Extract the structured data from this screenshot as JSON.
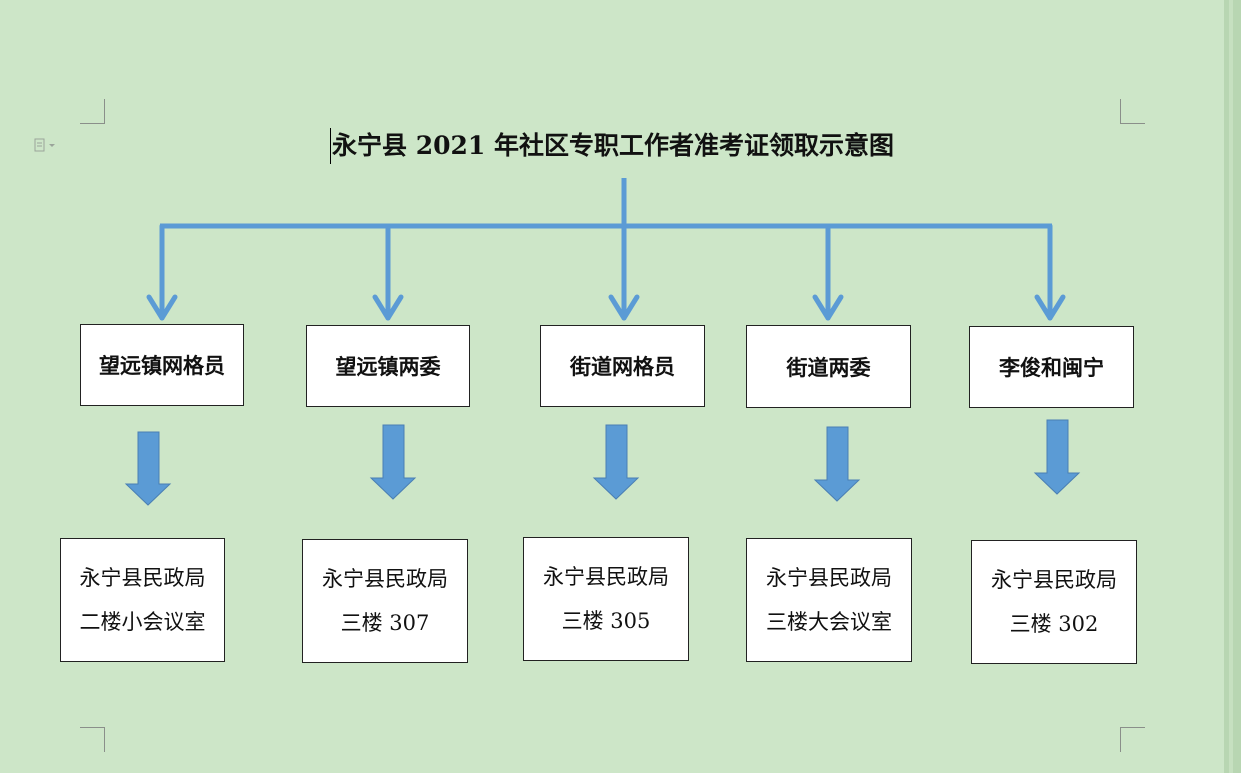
{
  "title": "永宁县 2021 年社区专职工作者准考证领取示意图",
  "colors": {
    "background": "#cde6c8",
    "connector": "#5b9bd5",
    "block_arrow": "#5b9bd5",
    "block_arrow_border": "#4a7fb3",
    "box_border": "#222222"
  },
  "icons": {
    "doc": "document-icon"
  },
  "groups": [
    {
      "category": "望远镇网格员",
      "place_line1": "永宁县民政局",
      "place_line2": "二楼小会议室"
    },
    {
      "category": "望远镇两委",
      "place_line1": "永宁县民政局",
      "place_line2": "三楼 307"
    },
    {
      "category": "街道网格员",
      "place_line1": "永宁县民政局",
      "place_line2": "三楼 305"
    },
    {
      "category": "街道两委",
      "place_line1": "永宁县民政局",
      "place_line2": "三楼大会议室"
    },
    {
      "category": "李俊和闽宁",
      "place_line1": "永宁县民政局",
      "place_line2": "三楼 302"
    }
  ]
}
